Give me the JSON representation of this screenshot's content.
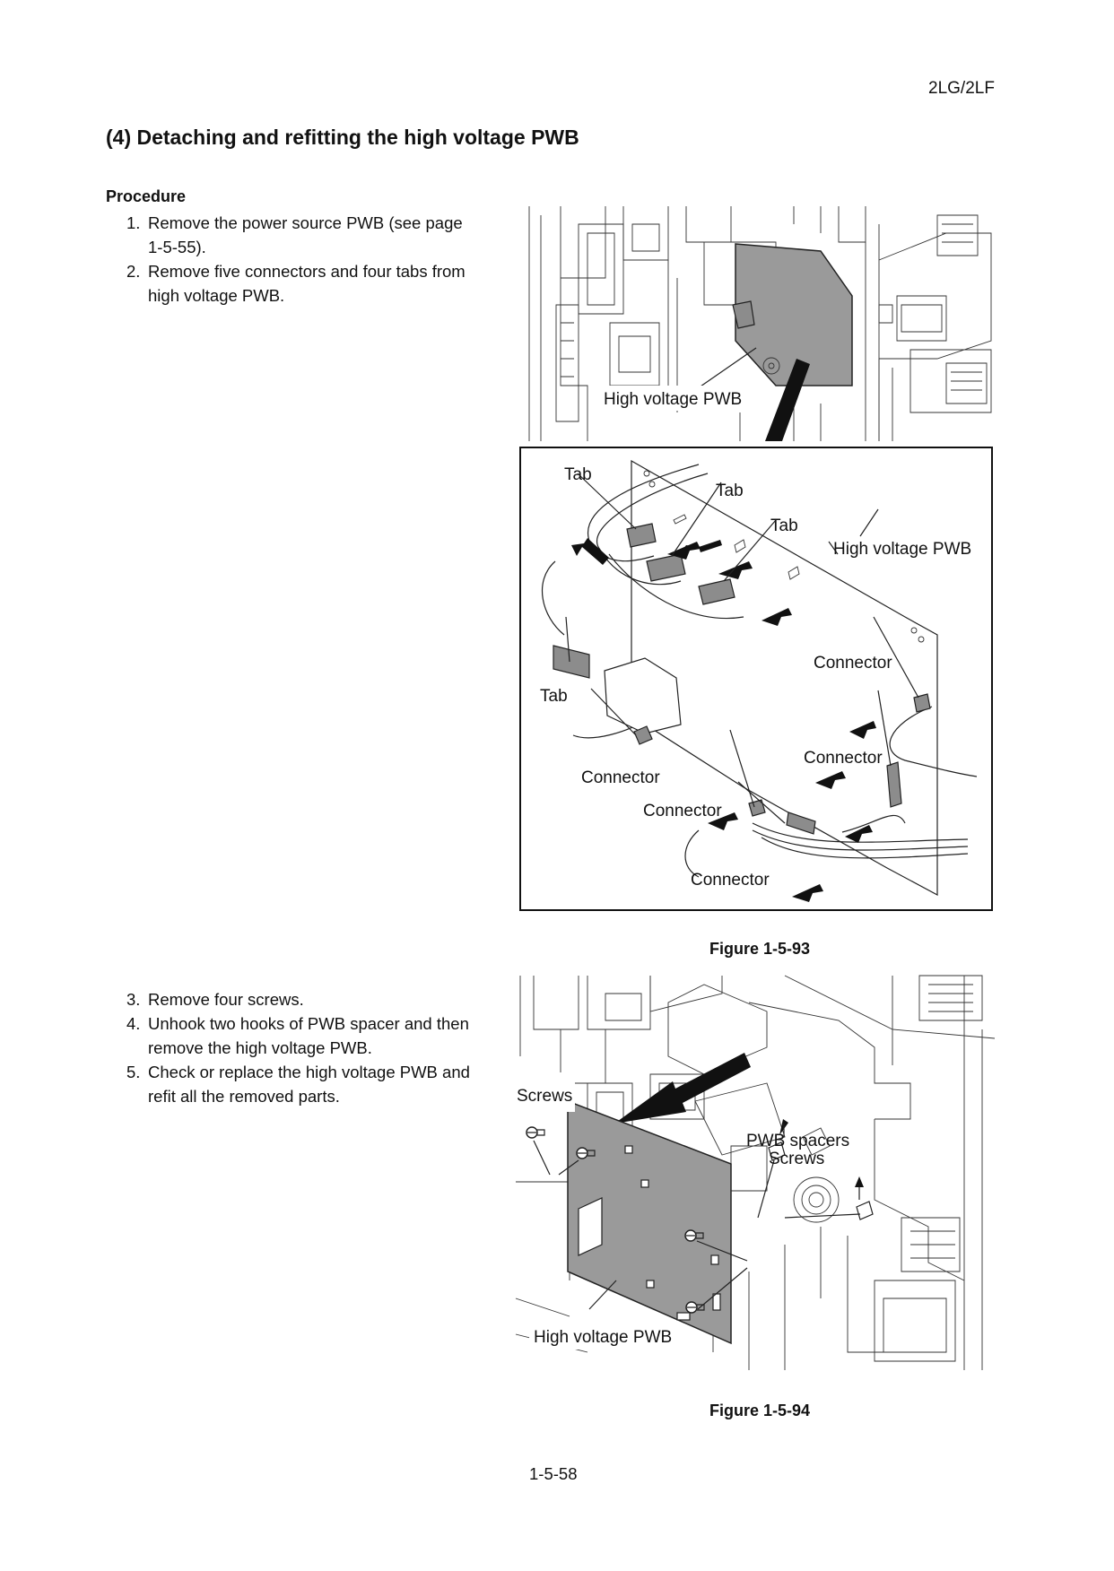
{
  "header": {
    "model_code": "2LG/2LF"
  },
  "section": {
    "title": "(4) Detaching and refitting the high voltage PWB"
  },
  "procedure": {
    "heading": "Procedure",
    "steps_a": [
      {
        "num": "1.",
        "text": "Remove the power source PWB (see page 1-5-55)."
      },
      {
        "num": "2.",
        "text": "Remove five connectors and four tabs from high voltage PWB."
      }
    ],
    "steps_b": [
      {
        "num": "3.",
        "text": "Remove four screws."
      },
      {
        "num": "4.",
        "text": "Unhook two hooks of PWB spacer and then remove the high voltage PWB."
      },
      {
        "num": "5.",
        "text": "Check or replace the high voltage PWB and refit all the removed parts."
      }
    ]
  },
  "figure_93": {
    "caption": "Figure 1-5-93",
    "overview_label": "High voltage PWB",
    "detail_labels": {
      "tab_1": "Tab",
      "tab_2": "Tab",
      "tab_3": "Tab",
      "tab_4": "Tab",
      "pwb": "High voltage PWB",
      "connector_1": "Connector",
      "connector_2": "Connector",
      "connector_3": "Connector",
      "connector_4": "Connector",
      "connector_5": "Connector"
    }
  },
  "figure_94": {
    "caption": "Figure 1-5-94",
    "labels": {
      "screws_left": "Screws",
      "pwb_spacers": "PWB spacers",
      "screws_right": "Screws",
      "pwb": "High voltage PWB"
    }
  },
  "footer": {
    "page_number": "1-5-58"
  }
}
